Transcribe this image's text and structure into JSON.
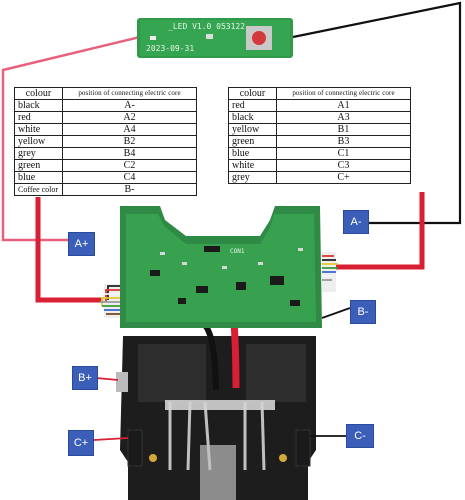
{
  "led_board": {
    "label": "_LED V1.0 053122",
    "date": "2023-09-31"
  },
  "left_table": {
    "header": {
      "colour": "colour",
      "position": "position of connecting electric core"
    },
    "rows": [
      {
        "colour": "black",
        "position": "A-"
      },
      {
        "colour": "red",
        "position": "A2"
      },
      {
        "colour": "white",
        "position": "A4"
      },
      {
        "colour": "yellow",
        "position": "B2"
      },
      {
        "colour": "grey",
        "position": "B4"
      },
      {
        "colour": "green",
        "position": "C2"
      },
      {
        "colour": "blue",
        "position": "C4"
      },
      {
        "colour": "Coffee color",
        "position": "B-"
      }
    ]
  },
  "right_table": {
    "header": {
      "colour": "colour",
      "position": "position of connecting electric core"
    },
    "rows": [
      {
        "colour": "red",
        "position": "A1"
      },
      {
        "colour": "black",
        "position": "A3"
      },
      {
        "colour": "yellow",
        "position": "B1"
      },
      {
        "colour": "green",
        "position": "B3"
      },
      {
        "colour": "blue",
        "position": "C1"
      },
      {
        "colour": "white",
        "position": "C3"
      },
      {
        "colour": "grey",
        "position": "C+"
      }
    ]
  },
  "labels": {
    "a_plus": "A+",
    "a_minus": "A-",
    "b_minus": "B-",
    "b_plus": "B+",
    "c_plus": "C+",
    "c_minus": "C-"
  },
  "main_board_silk": "CON1",
  "colors": {
    "badge": "#3b5fb8",
    "pcb_green": "#2f8a45",
    "wire_red": "#e0243a",
    "wire_pink": "#e8607c",
    "wire_black": "#111111",
    "housing": "#1a1a1a"
  }
}
